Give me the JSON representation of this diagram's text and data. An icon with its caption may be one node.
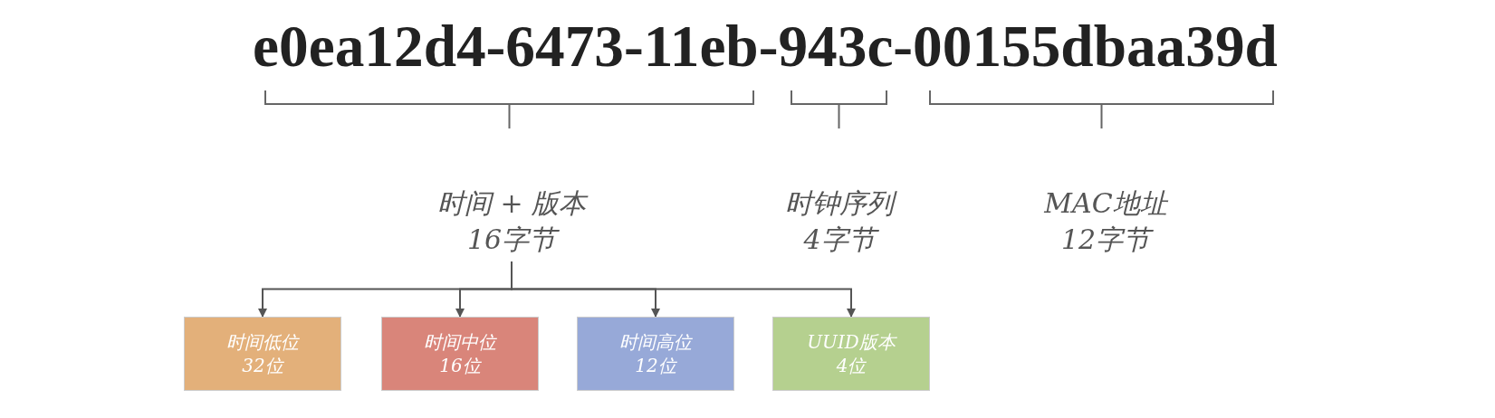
{
  "diagram": {
    "title": "e0ea12d4-6473-11eb-943c-00155dbaa39d",
    "nodes": [
      {
        "text": [
          "时间 + 版本",
          "16字节"
        ]
      },
      {
        "text": [
          "时间低位",
          "32位"
        ]
      },
      {
        "text": [
          "时间中位",
          "16位"
        ]
      },
      {
        "text": [
          "时间高位",
          "12位"
        ]
      },
      {
        "text": [
          "UUID版本",
          "4位"
        ]
      }
    ],
    "edges": [
      {
        "from": 0,
        "to": 1,
        "arrow": "to"
      },
      {
        "from": 0,
        "to": 2,
        "arrow": "to"
      },
      {
        "from": 0,
        "to": 3,
        "arrow": "to"
      },
      {
        "from": 0,
        "to": 4,
        "arrow": "to"
      }
    ],
    "labels": [
      "时钟序列",
      "4字节",
      "MAC地址",
      "12字节"
    ]
  }
}
